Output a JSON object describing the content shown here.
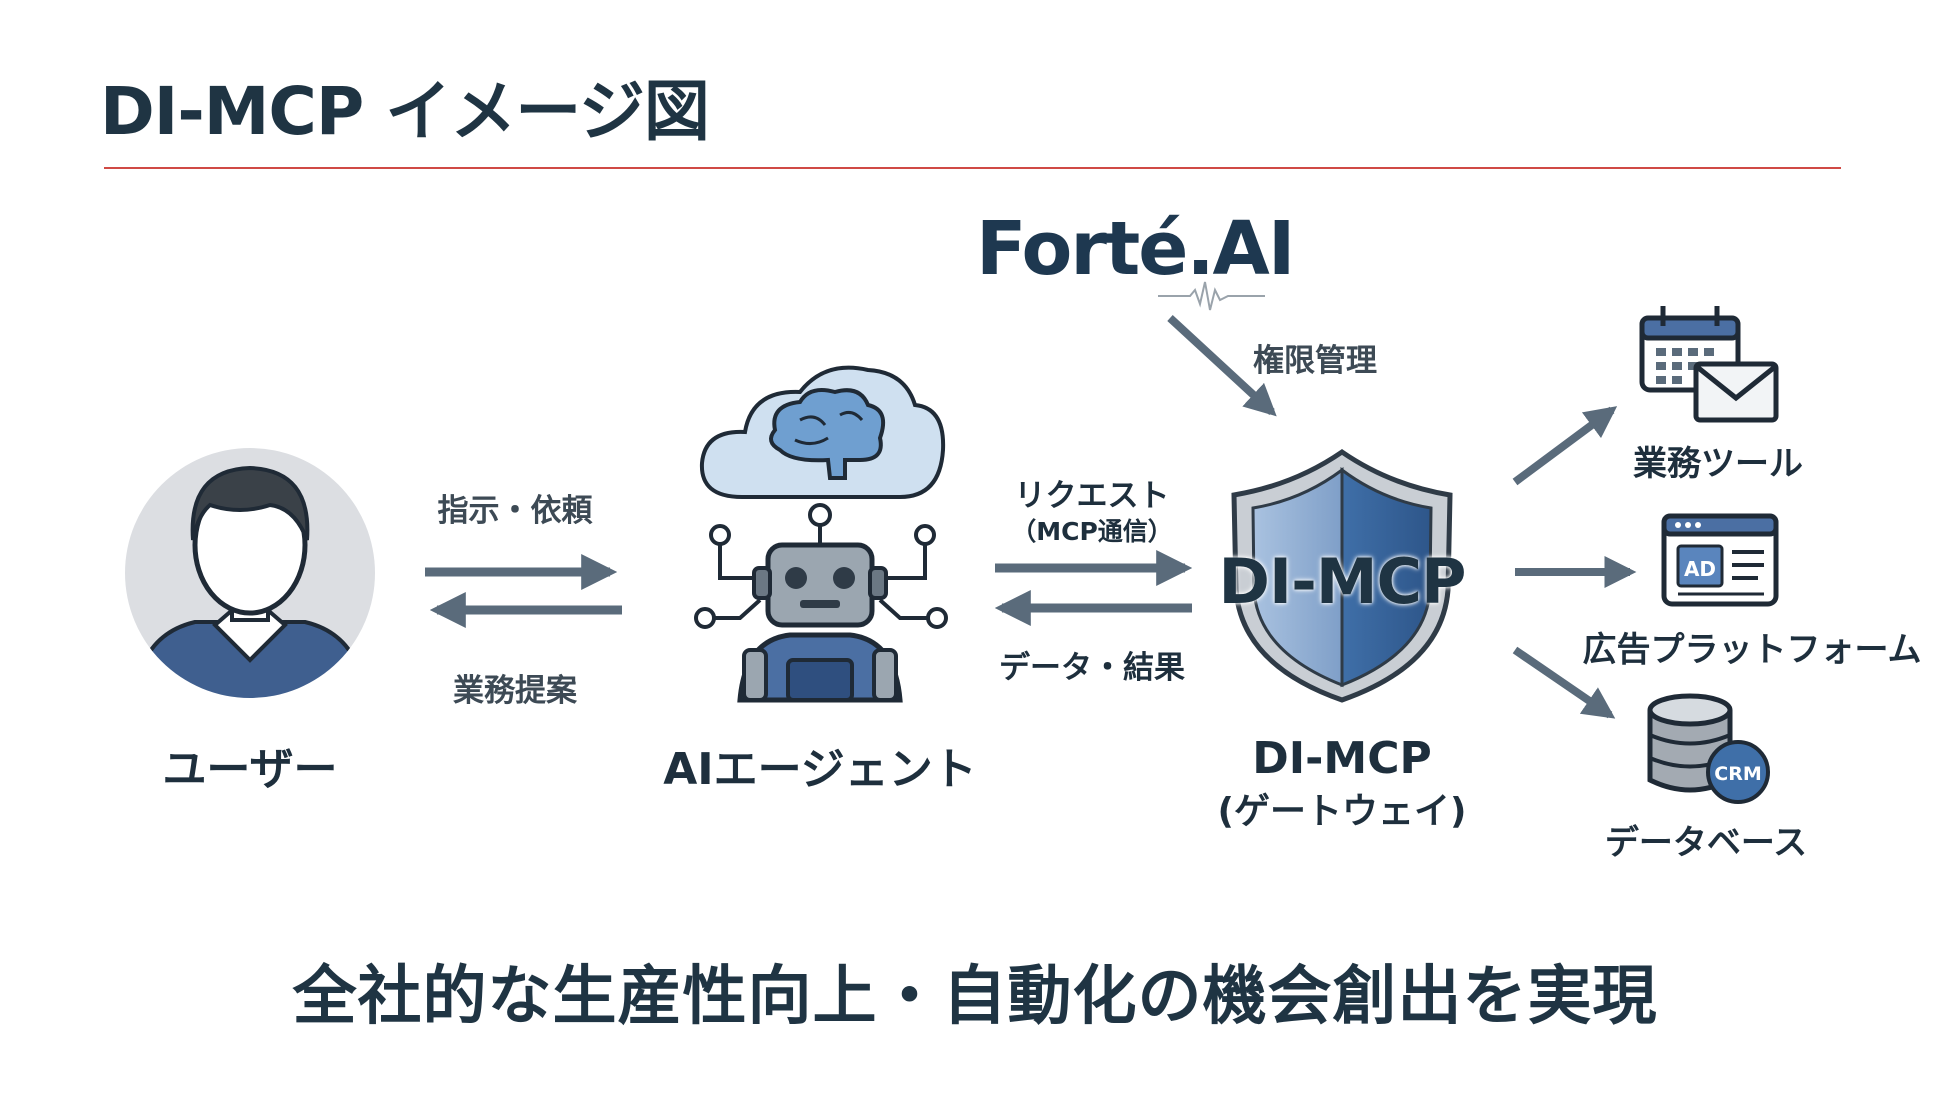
{
  "title": "DI-MCP イメージ図",
  "brand": "Forté.AI",
  "nodes": {
    "user": "ユーザー",
    "agent": "AIエージェント",
    "gateway": "DI-MCP",
    "gateway_sub": "(ゲートウェイ)",
    "shield_text": "DI-MCP"
  },
  "edges": {
    "instruction": "指示・依頼",
    "proposal": "業務提案",
    "request": "リクエスト",
    "request_sub": "（MCP通信）",
    "result": "データ・結果",
    "permission": "権限管理"
  },
  "tools": {
    "business_tools": "業務ツール",
    "ad_platform": "広告プラットフォーム",
    "ad_icon_text": "AD",
    "database": "データベース",
    "crm_icon_text": "CRM"
  },
  "tagline": "全社的な生産性向上・自動化の機会創出を実現"
}
